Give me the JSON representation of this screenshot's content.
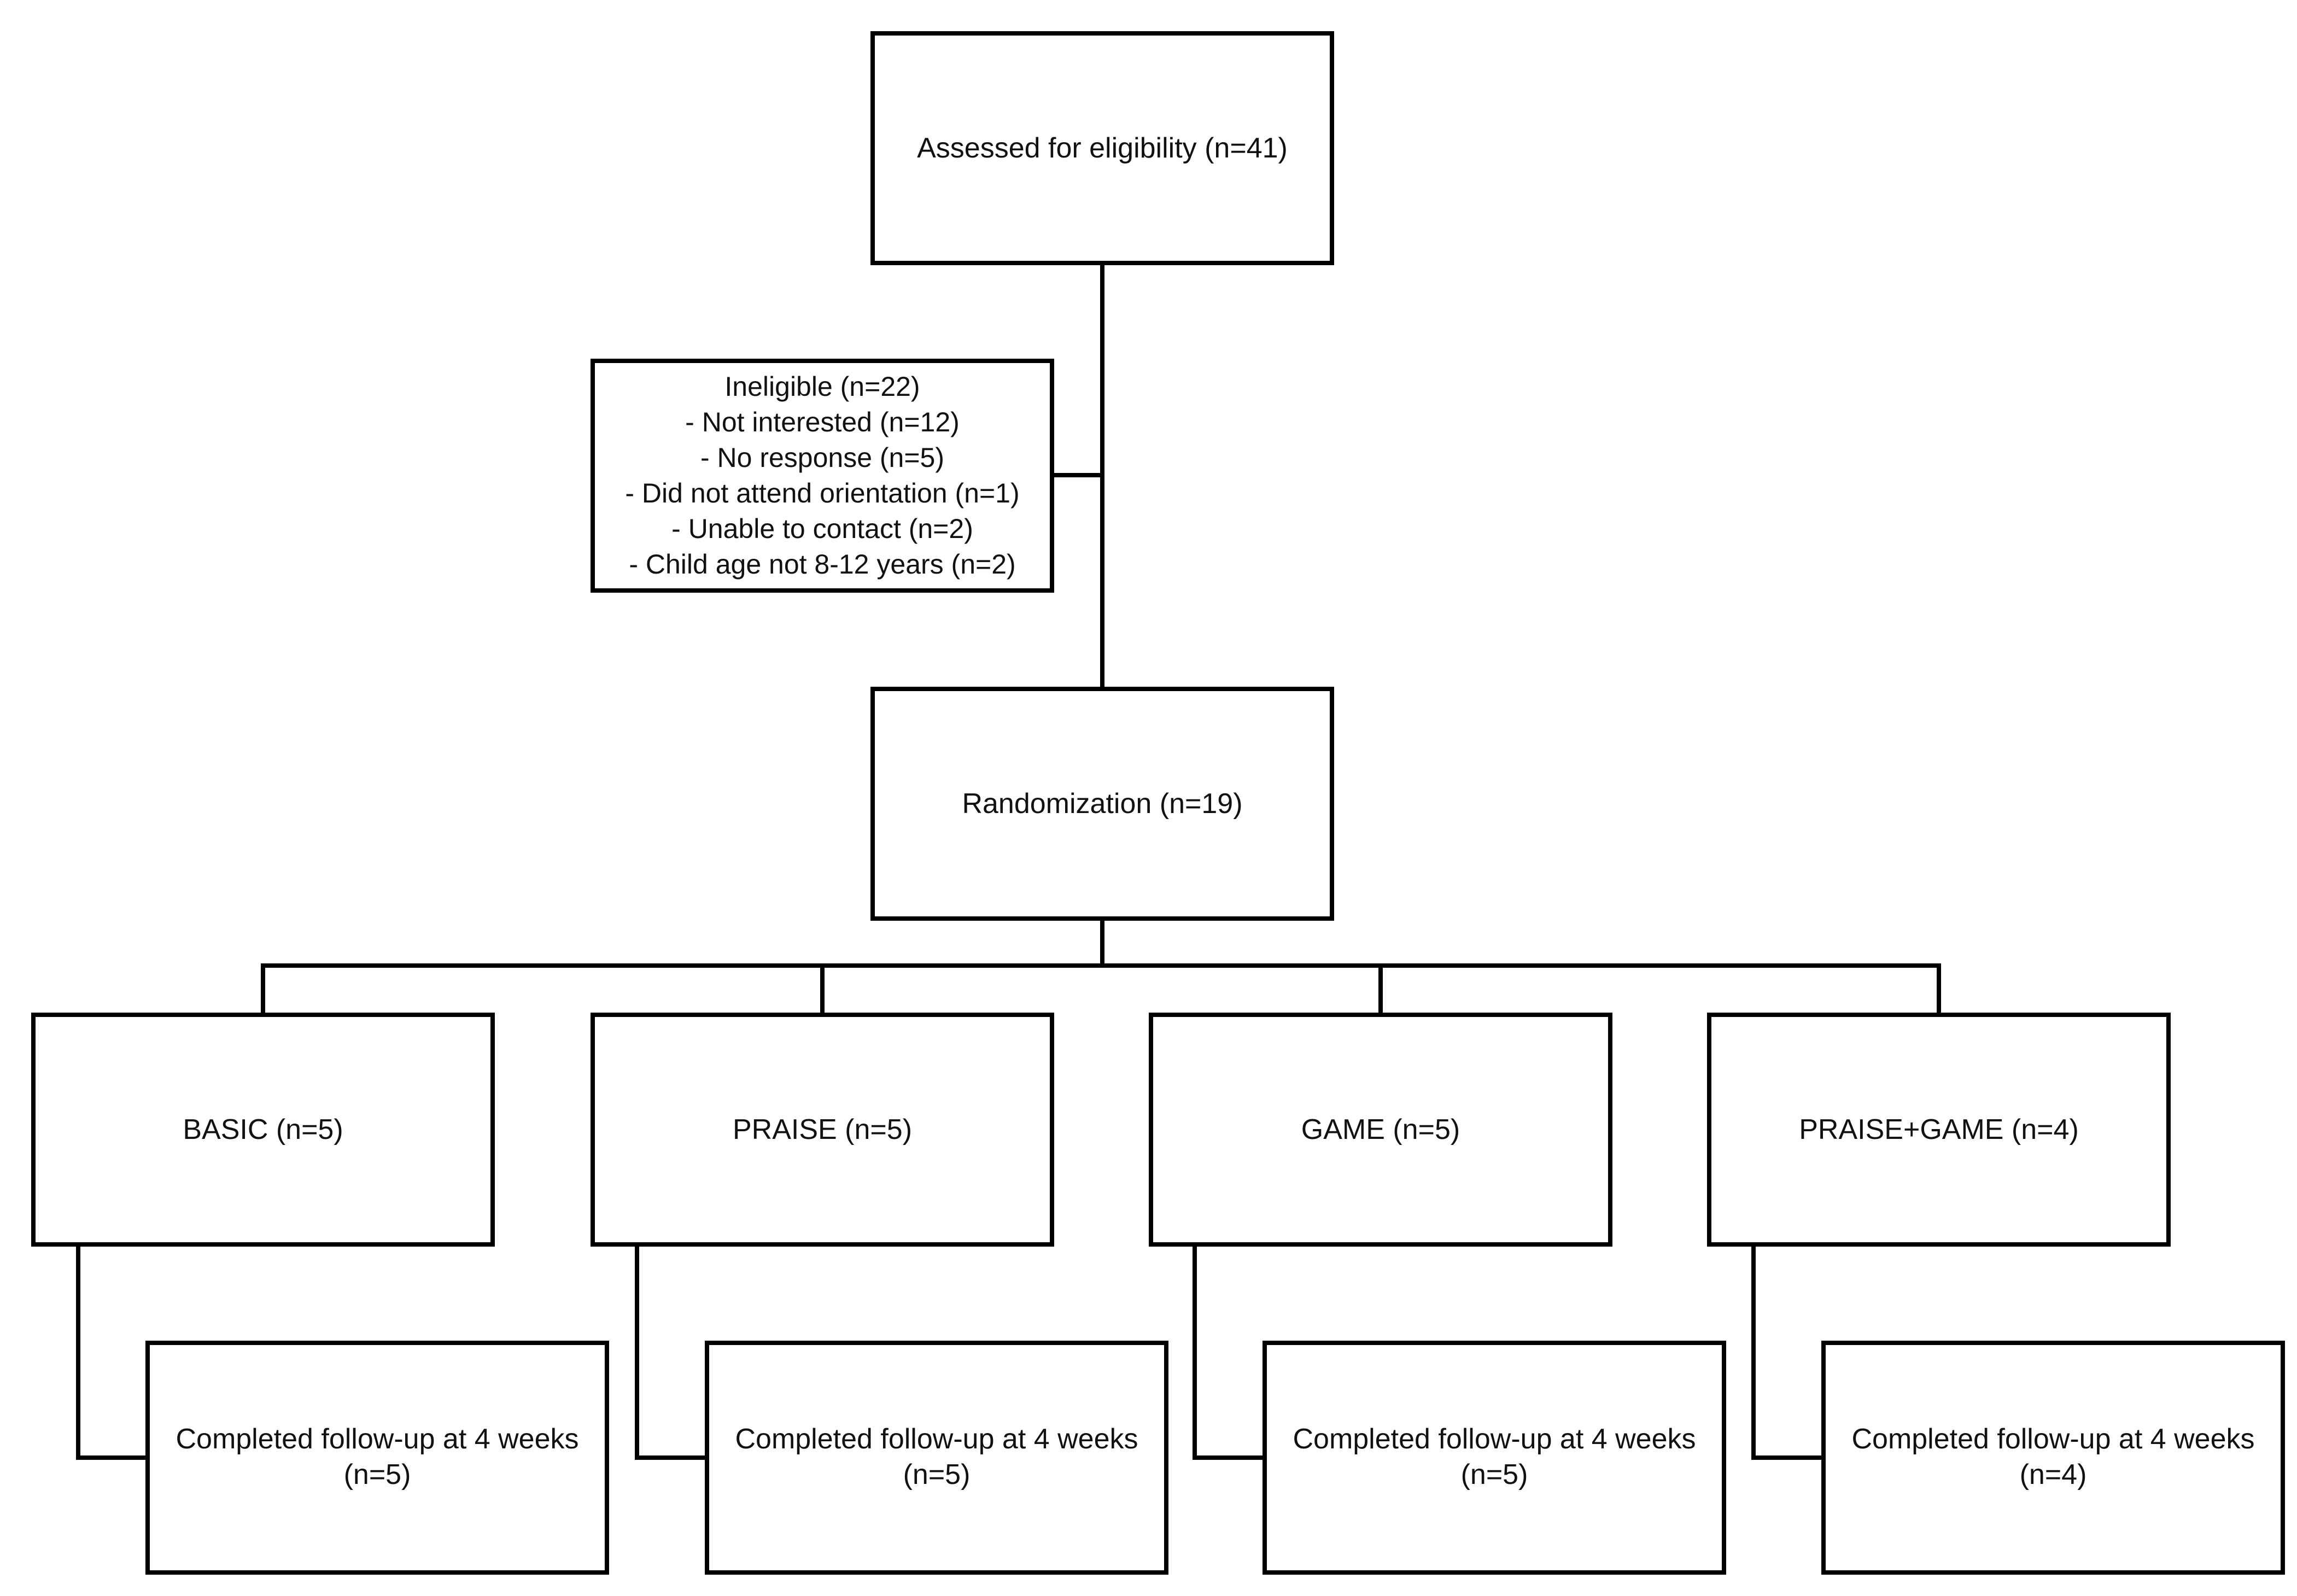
{
  "assessed": {
    "text": "Assessed for eligibility (n=41)"
  },
  "ineligible": {
    "lines": [
      "Ineligible (n=22)",
      "- Not interested (n=12)",
      "- No response (n=5)",
      "- Did not attend orientation (n=1)",
      "- Unable to contact (n=2)",
      "- Child age not 8-12 years (n=2)"
    ]
  },
  "randomization": {
    "text": "Randomization (n=19)"
  },
  "arms": [
    {
      "label": "BASIC (n=5)"
    },
    {
      "label": "PRAISE (n=5)"
    },
    {
      "label": "GAME (n=5)"
    },
    {
      "label": "PRAISE+GAME (n=4)"
    }
  ],
  "followups": [
    {
      "line1": "Completed follow-up at 4 weeks",
      "line2": "(n=5)"
    },
    {
      "line1": "Completed follow-up at 4 weeks",
      "line2": "(n=5)"
    },
    {
      "line1": "Completed follow-up at 4 weeks",
      "line2": "(n=5)"
    },
    {
      "line1": "Completed follow-up at 4 weeks",
      "line2": "(n=4)"
    }
  ],
  "colors": {
    "stroke": "#000000",
    "text": "#111111",
    "background": "#ffffff"
  }
}
